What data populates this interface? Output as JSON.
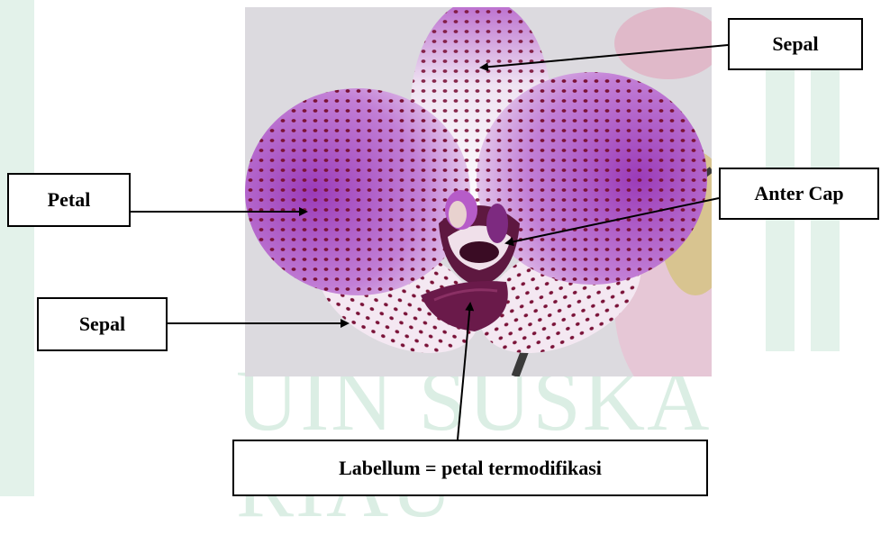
{
  "watermark": {
    "text": "UIN SUSKA RIAU"
  },
  "labels": {
    "sepal_top": "Sepal",
    "petal": "Petal",
    "anter_cap": "Anter Cap",
    "sepal_bottom": "Sepal",
    "labellum": "Labellum = petal termodifikasi"
  },
  "colors": {
    "petal_purple": "#9b3bb8",
    "spot_maroon": "#7a1238",
    "lip_purple": "#6a1a4a",
    "background_gray": "#dcdadf"
  }
}
